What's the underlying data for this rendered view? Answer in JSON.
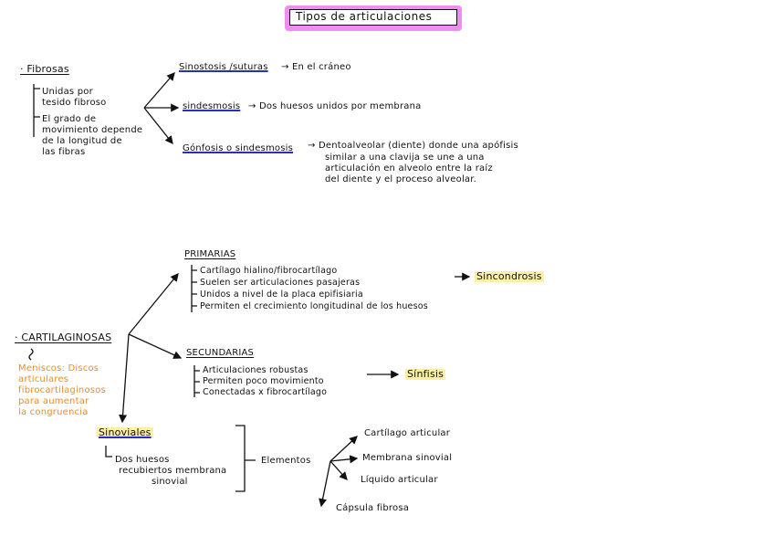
{
  "title": "Tipos de articulaciones",
  "fibrosas": {
    "heading": "· Fibrosas",
    "notes": [
      "Unidas por",
      "tesido fibroso",
      "El grado de",
      "movimiento depende",
      "de la longitud de",
      "las fibras"
    ],
    "branches": [
      {
        "term": "Sinostosis /suturas",
        "desc": "→ En el cráneo"
      },
      {
        "term": "sindesmosis",
        "desc": "→ Dos huesos unidos por membrana"
      },
      {
        "term": "Gónfosis o sindesmosis",
        "desc": "→ Dentoalveolar (diente) donde una apófisis"
      }
    ],
    "gonfosis_desc_more": [
      "similar a una clavija se une a una",
      "articulación en alveolo entre la raíz",
      "del diente y el proceso alveolar."
    ]
  },
  "cartilaginosas": {
    "heading": "· CARTILAGINOSAS",
    "note": [
      "Meniscos: Discos",
      "articulares",
      "fibrocartilaginosos",
      "para aumentar",
      "la congruencia"
    ],
    "primarias": {
      "label": "PRIMARIAS",
      "items": [
        "Cartílago hialino/fibrocartílago",
        "Suelen ser articulaciones pasajeras",
        "Unidos a nivel de la placa epifisiaria",
        "Permiten el crecimiento longitudinal de los huesos"
      ],
      "result": "Sincondrosis"
    },
    "secundarias": {
      "label": "SECUNDARIAS",
      "items": [
        "Articulaciones robustas",
        "Permiten poco movimiento",
        "Conectadas x fibrocartílago"
      ],
      "result": "Sínfisis"
    }
  },
  "sinoviales": {
    "heading": "Sinoviales",
    "desc": [
      "Dos huesos",
      "recubiertos membrana",
      "sinovial"
    ],
    "elements_label": "Elementos",
    "elements": [
      "Cartílago articular",
      "Membrana sinovial",
      "Líquido articular",
      "Cápsula fibrosa"
    ]
  },
  "colors": {
    "title_frame": "#f08ef0",
    "term_underline": "#2431b8",
    "highlight": "#fbf0a6",
    "note": "#f08d1c"
  }
}
